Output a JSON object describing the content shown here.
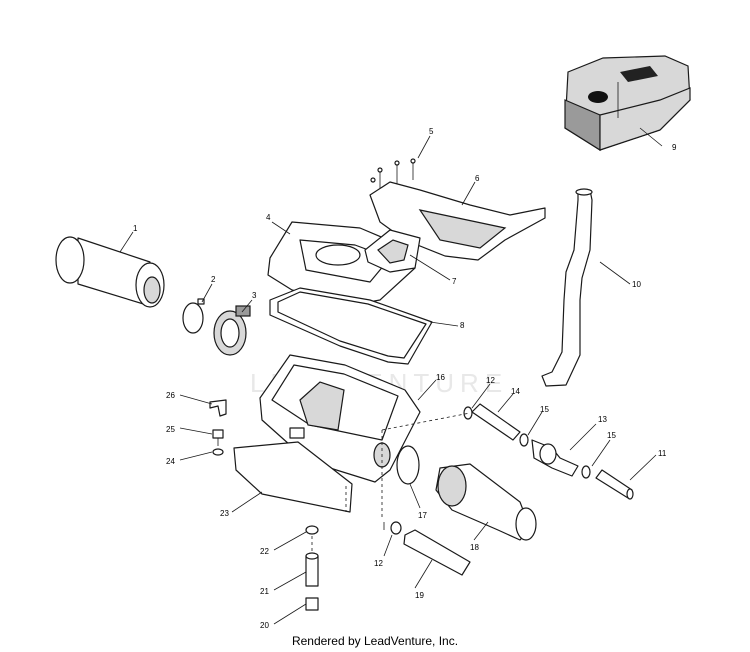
{
  "watermark": "LEADVENTURE",
  "credit": "Rendered by LeadVenture, Inc.",
  "callouts": [
    "1",
    "2",
    "3",
    "4",
    "5",
    "6",
    "7",
    "8",
    "9",
    "10",
    "11",
    "12",
    "12",
    "13",
    "14",
    "15",
    "15",
    "16",
    "17",
    "18",
    "19",
    "20",
    "21",
    "22",
    "23",
    "24",
    "25",
    "26"
  ]
}
